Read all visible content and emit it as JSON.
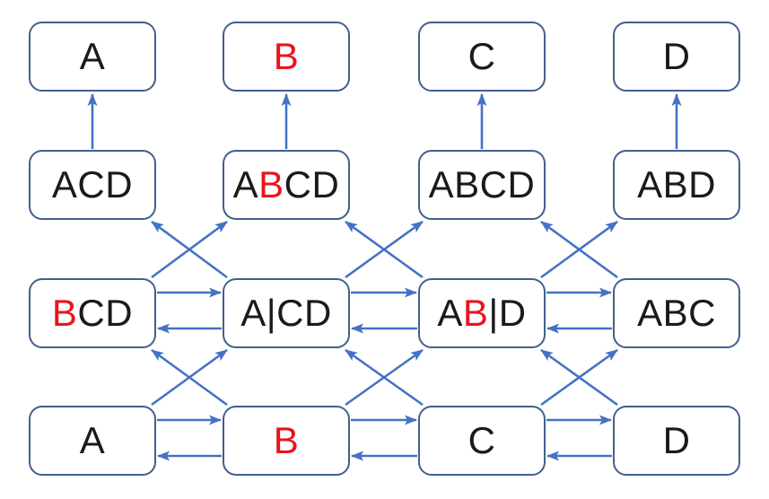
{
  "diagram": {
    "name": "set-lattice-diagram",
    "rows": 4,
    "cols": 4
  },
  "colors": {
    "background": "#ffffff",
    "box_border": "#41608d",
    "arrow": "#4472c4",
    "text": "#1a1a1a",
    "highlight": "#e8141e"
  },
  "nodes": [
    {
      "id": "r1c1",
      "row": 1,
      "col": 1,
      "label": "A",
      "segments": [
        {
          "text": "A",
          "color": "text"
        }
      ]
    },
    {
      "id": "r1c2",
      "row": 1,
      "col": 2,
      "label": "B",
      "segments": [
        {
          "text": "B",
          "color": "highlight"
        }
      ]
    },
    {
      "id": "r1c3",
      "row": 1,
      "col": 3,
      "label": "C",
      "segments": [
        {
          "text": "C",
          "color": "text"
        }
      ]
    },
    {
      "id": "r1c4",
      "row": 1,
      "col": 4,
      "label": "D",
      "segments": [
        {
          "text": "D",
          "color": "text"
        }
      ]
    },
    {
      "id": "r2c1",
      "row": 2,
      "col": 1,
      "label": "ACD",
      "segments": [
        {
          "text": "ACD",
          "color": "text"
        }
      ]
    },
    {
      "id": "r2c2",
      "row": 2,
      "col": 2,
      "label": "ABCD",
      "segments": [
        {
          "text": "A",
          "color": "text"
        },
        {
          "text": "B",
          "color": "highlight"
        },
        {
          "text": "CD",
          "color": "text"
        }
      ]
    },
    {
      "id": "r2c3",
      "row": 2,
      "col": 3,
      "label": "ABCD",
      "segments": [
        {
          "text": "ABCD",
          "color": "text"
        }
      ]
    },
    {
      "id": "r2c4",
      "row": 2,
      "col": 4,
      "label": "ABD",
      "segments": [
        {
          "text": "ABD",
          "color": "text"
        }
      ]
    },
    {
      "id": "r3c1",
      "row": 3,
      "col": 1,
      "label": "BCD",
      "segments": [
        {
          "text": "B",
          "color": "highlight"
        },
        {
          "text": "CD",
          "color": "text"
        }
      ]
    },
    {
      "id": "r3c2",
      "row": 3,
      "col": 2,
      "label": "A|CD",
      "segments": [
        {
          "text": "A|CD",
          "color": "text"
        }
      ]
    },
    {
      "id": "r3c3",
      "row": 3,
      "col": 3,
      "label": "AB|D",
      "segments": [
        {
          "text": "A",
          "color": "text"
        },
        {
          "text": "B",
          "color": "highlight"
        },
        {
          "text": "|D",
          "color": "text"
        }
      ]
    },
    {
      "id": "r3c4",
      "row": 3,
      "col": 4,
      "label": "ABC",
      "segments": [
        {
          "text": "ABC",
          "color": "text"
        }
      ]
    },
    {
      "id": "r4c1",
      "row": 4,
      "col": 1,
      "label": "A",
      "segments": [
        {
          "text": "A",
          "color": "text"
        }
      ]
    },
    {
      "id": "r4c2",
      "row": 4,
      "col": 2,
      "label": "B",
      "segments": [
        {
          "text": "B",
          "color": "highlight"
        }
      ]
    },
    {
      "id": "r4c3",
      "row": 4,
      "col": 3,
      "label": "C",
      "segments": [
        {
          "text": "C",
          "color": "text"
        }
      ]
    },
    {
      "id": "r4c4",
      "row": 4,
      "col": 4,
      "label": "D",
      "segments": [
        {
          "text": "D",
          "color": "text"
        }
      ]
    }
  ],
  "edges": [
    {
      "from": "r2c1",
      "to": "r1c1",
      "type": "vertical"
    },
    {
      "from": "r2c2",
      "to": "r1c2",
      "type": "vertical"
    },
    {
      "from": "r2c3",
      "to": "r1c3",
      "type": "vertical"
    },
    {
      "from": "r2c4",
      "to": "r1c4",
      "type": "vertical"
    },
    {
      "from": "r3c1",
      "to": "r2c2",
      "type": "diagonal"
    },
    {
      "from": "r3c2",
      "to": "r2c1",
      "type": "diagonal"
    },
    {
      "from": "r3c2",
      "to": "r2c3",
      "type": "diagonal"
    },
    {
      "from": "r3c3",
      "to": "r2c2",
      "type": "diagonal"
    },
    {
      "from": "r3c3",
      "to": "r2c4",
      "type": "diagonal"
    },
    {
      "from": "r3c4",
      "to": "r2c3",
      "type": "diagonal"
    },
    {
      "from": "r4c1",
      "to": "r3c2",
      "type": "diagonal"
    },
    {
      "from": "r4c2",
      "to": "r3c1",
      "type": "diagonal"
    },
    {
      "from": "r4c2",
      "to": "r3c3",
      "type": "diagonal"
    },
    {
      "from": "r4c3",
      "to": "r3c2",
      "type": "diagonal"
    },
    {
      "from": "r4c3",
      "to": "r3c4",
      "type": "diagonal"
    },
    {
      "from": "r4c4",
      "to": "r3c3",
      "type": "diagonal"
    },
    {
      "from": "r3c1",
      "to": "r3c2",
      "type": "horizontal-right"
    },
    {
      "from": "r3c2",
      "to": "r3c1",
      "type": "horizontal-left"
    },
    {
      "from": "r3c2",
      "to": "r3c3",
      "type": "horizontal-right"
    },
    {
      "from": "r3c3",
      "to": "r3c2",
      "type": "horizontal-left"
    },
    {
      "from": "r3c3",
      "to": "r3c4",
      "type": "horizontal-right"
    },
    {
      "from": "r3c4",
      "to": "r3c3",
      "type": "horizontal-left"
    },
    {
      "from": "r4c1",
      "to": "r4c2",
      "type": "horizontal-right"
    },
    {
      "from": "r4c2",
      "to": "r4c1",
      "type": "horizontal-left"
    },
    {
      "from": "r4c2",
      "to": "r4c3",
      "type": "horizontal-right"
    },
    {
      "from": "r4c3",
      "to": "r4c2",
      "type": "horizontal-left"
    },
    {
      "from": "r4c3",
      "to": "r4c4",
      "type": "horizontal-right"
    },
    {
      "from": "r4c4",
      "to": "r4c3",
      "type": "horizontal-left"
    }
  ]
}
